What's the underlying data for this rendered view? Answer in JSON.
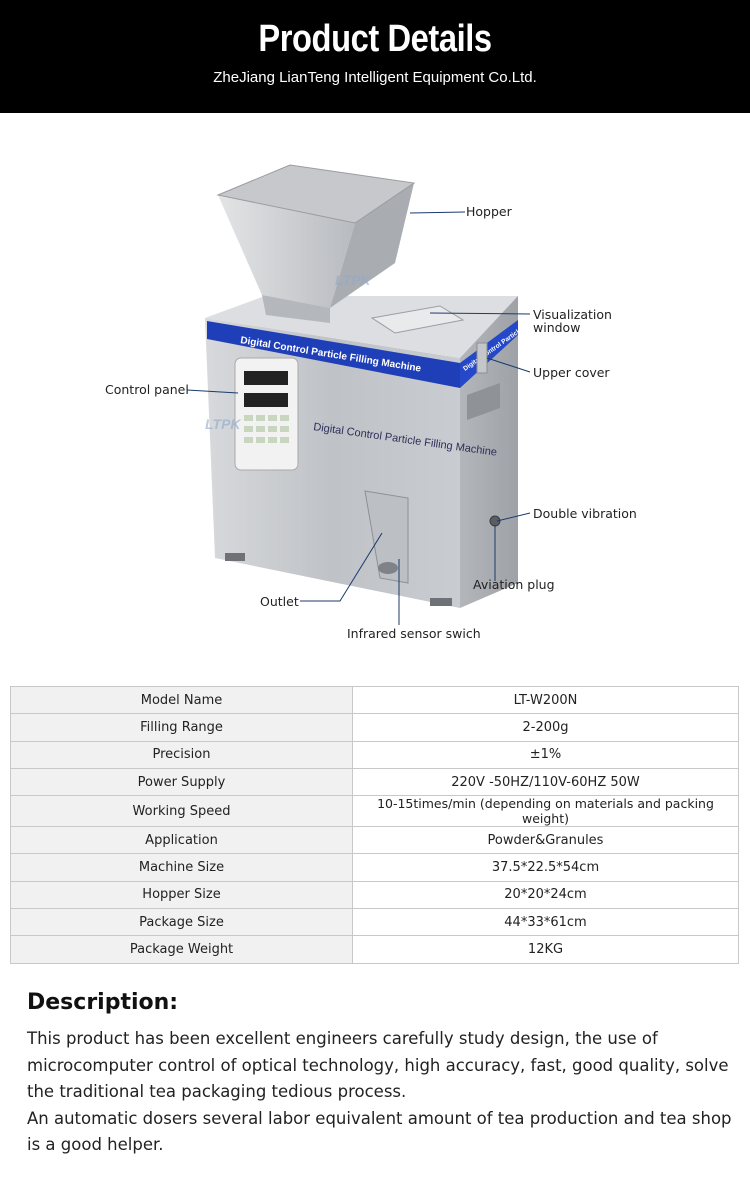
{
  "header": {
    "title": "Product Details",
    "subtitle": "ZheJiang LianTeng Intelligent Equipment Co.Ltd."
  },
  "machine": {
    "front_label": "Digital Control Particle Filling Machine",
    "side_label": "Digital Control Particle Filling Machine",
    "watermark": "LTPK"
  },
  "callouts": {
    "hopper": "Hopper",
    "visualization_line1": "Visualization",
    "visualization_line2": "window",
    "upper_cover": "Upper cover",
    "control_panel": "Control panel",
    "double_vibration": "Double vibration",
    "aviation_plug": "Aviation plug",
    "outlet": "Outlet",
    "infrared": "Infrared sensor swich"
  },
  "specs": [
    {
      "key": "Model Name",
      "value": "LT-W200N"
    },
    {
      "key": "Filling Range",
      "value": "2-200g"
    },
    {
      "key": "Precision",
      "value": "±1%"
    },
    {
      "key": "Power Supply",
      "value": "220V -50HZ/110V-60HZ 50W"
    },
    {
      "key": "Working Speed",
      "value": "10-15times/min (depending on materials and packing weight)"
    },
    {
      "key": "Application",
      "value": "Powder&Granules"
    },
    {
      "key": "Machine Size",
      "value": "37.5*22.5*54cm"
    },
    {
      "key": "Hopper Size",
      "value": "20*20*24cm"
    },
    {
      "key": "Package Size",
      "value": "44*33*61cm"
    },
    {
      "key": "Package Weight",
      "value": "12KG"
    }
  ],
  "description": {
    "title": "Description:",
    "paragraph1": "This product has been excellent engineers carefully study design, the use of microcomputer control of optical technology, high accuracy, fast, good quality, solve the traditional tea packaging tedious process.",
    "paragraph2": "An automatic dosers several labor equivalent amount of tea production and tea shop is a good helper."
  },
  "colors": {
    "header_bg": "#000000",
    "label_band": "#1f3fb8",
    "callout_line": "#1c3a6e",
    "steel": "#c9cbce"
  }
}
